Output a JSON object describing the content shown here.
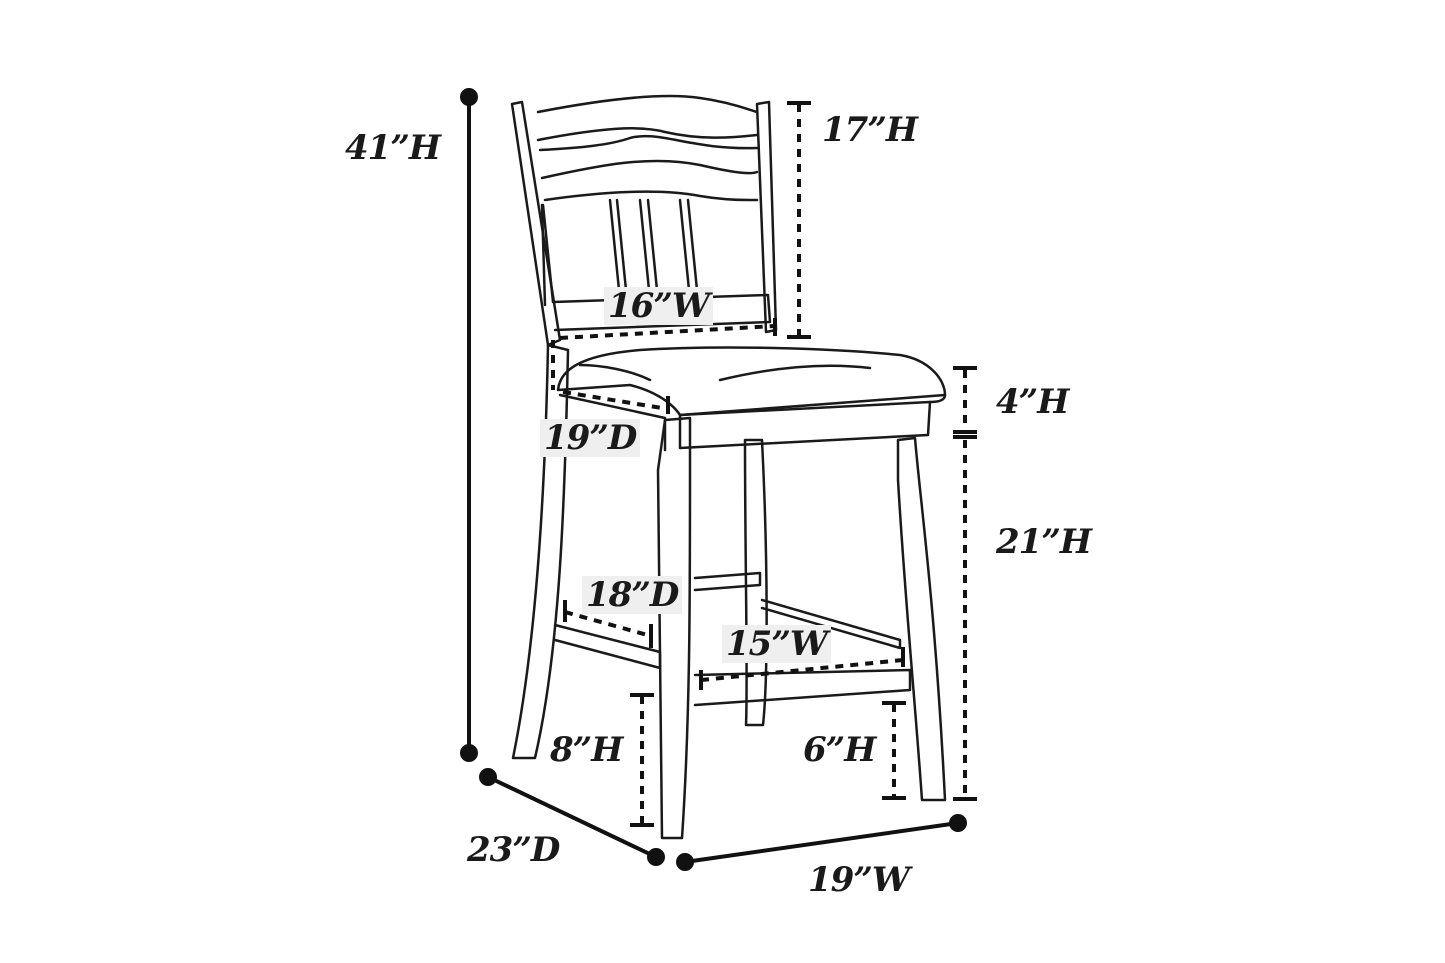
{
  "diagram": {
    "subject": "Counter-height chair with slat back and padded seat",
    "colors": {
      "line": "#1a1a1a",
      "background": "#ffffff",
      "label_bg": "#efefef"
    },
    "dimensions": {
      "overall_height": "41”H",
      "back_height": "17”H",
      "back_width": "16”W",
      "seat_depth": "19”D",
      "seat_cushion_height": "4”H",
      "seat_to_floor_height": "21”H",
      "footrest_depth": "18”D",
      "footrest_width": "15”W",
      "side_stretcher_height": "8”H",
      "front_stretcher_height": "6”H",
      "overall_depth": "23”D",
      "overall_width": "19”W"
    }
  }
}
